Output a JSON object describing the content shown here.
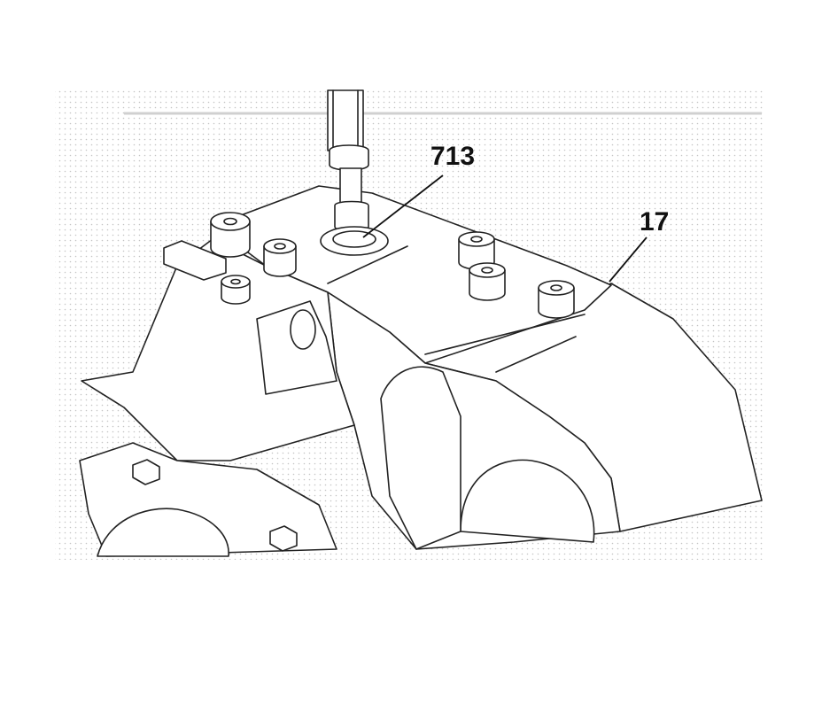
{
  "figure": {
    "callouts": [
      {
        "id": "713",
        "label": "713"
      },
      {
        "id": "17",
        "label": "17"
      }
    ],
    "colors": {
      "ink": "#111111",
      "background": "#ffffff",
      "stipple": "#c8c8c8"
    }
  }
}
